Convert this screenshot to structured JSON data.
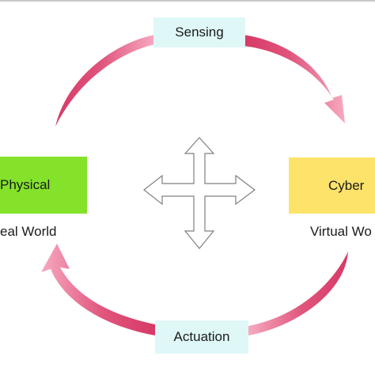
{
  "nodes": {
    "sensing": "Sensing",
    "actuation": "Actuation",
    "physical": "Physical",
    "cyber": "Cyber"
  },
  "captions": {
    "physical": "eal World",
    "cyber": "Virtual Wo"
  },
  "colors": {
    "label_box_bg": "#dff7f7",
    "physical_bg": "#84e22a",
    "cyber_bg": "#fde36a",
    "arrow_fill_dark": "#d63a66",
    "arrow_fill_light": "#f6a9c0",
    "cross_arrow_fill": "#ffffff",
    "cross_arrow_stroke": "#808080"
  },
  "icons": {
    "center": "four-way-arrow-icon"
  }
}
